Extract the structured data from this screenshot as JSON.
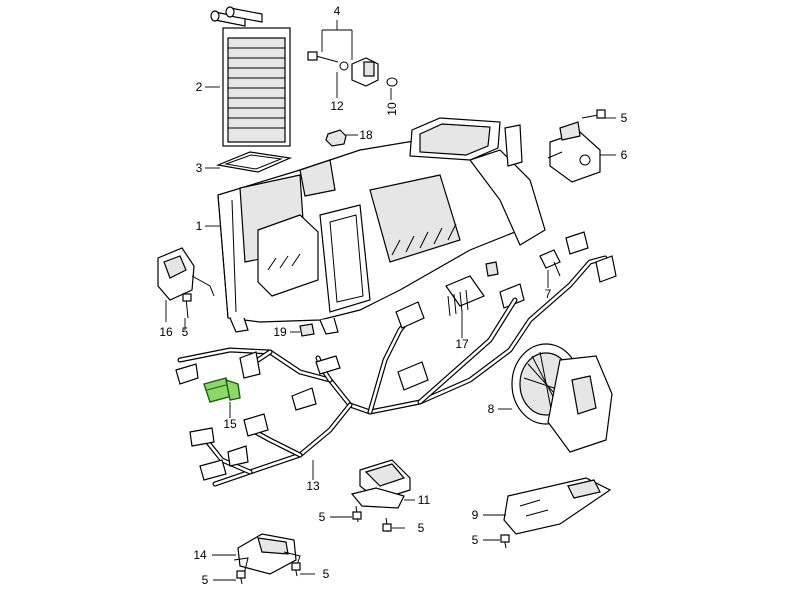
{
  "diagram": {
    "callouts": [
      {
        "id": "c4",
        "text": "4"
      },
      {
        "id": "c2",
        "text": "2"
      },
      {
        "id": "c12",
        "text": "12"
      },
      {
        "id": "c10",
        "text": "10"
      },
      {
        "id": "c18",
        "text": "18"
      },
      {
        "id": "c5a",
        "text": "5"
      },
      {
        "id": "c6",
        "text": "6"
      },
      {
        "id": "c3",
        "text": "3"
      },
      {
        "id": "c1",
        "text": "1"
      },
      {
        "id": "c7",
        "text": "7"
      },
      {
        "id": "c16",
        "text": "16"
      },
      {
        "id": "c5b",
        "text": "5"
      },
      {
        "id": "c19",
        "text": "19"
      },
      {
        "id": "c17",
        "text": "17"
      },
      {
        "id": "c15",
        "text": "15"
      },
      {
        "id": "c8",
        "text": "8"
      },
      {
        "id": "c13",
        "text": "13"
      },
      {
        "id": "c11",
        "text": "11"
      },
      {
        "id": "c5c",
        "text": "5"
      },
      {
        "id": "c5d",
        "text": "5"
      },
      {
        "id": "c9",
        "text": "9"
      },
      {
        "id": "c5e",
        "text": "5"
      },
      {
        "id": "c14",
        "text": "14"
      },
      {
        "id": "c5f",
        "text": "5"
      },
      {
        "id": "c5g",
        "text": "5"
      }
    ],
    "highlighted_part": "15",
    "highlight_color": "#8cd96a"
  }
}
